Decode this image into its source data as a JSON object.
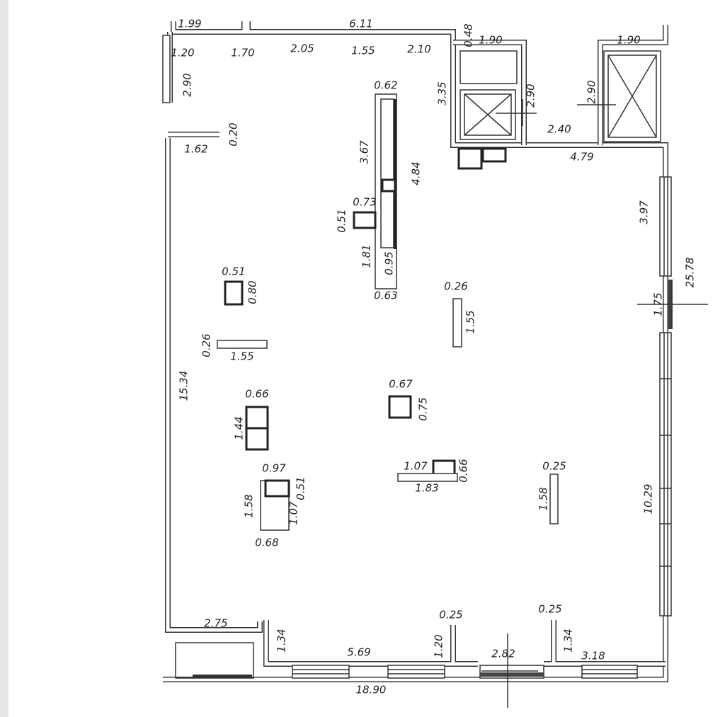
{
  "title": "Floor plan with dimensions",
  "labels": [
    "1.99",
    "6.11",
    "1.20",
    "1.70",
    "2.05",
    "1.55",
    "2.10",
    "0.48",
    "1.90",
    "1.90",
    "3.35",
    "2.90",
    "2.90",
    "2.40",
    "4.79",
    "2.90",
    "0.20",
    "1.62",
    "0.62",
    "3.67",
    "4.84",
    "0.73",
    "0.51",
    "1.81",
    "0.95",
    "0.63",
    "3.97",
    "25.78",
    "1.75",
    "0.51",
    "0.80",
    "0.26",
    "1.55",
    "0.26",
    "1.55",
    "15.34",
    "0.66",
    "1.44",
    "0.67",
    "0.75",
    "1.07",
    "0.66",
    "1.83",
    "0.97",
    "0.51",
    "1.58",
    "1.07",
    "0.68",
    "0.25",
    "1.58",
    "10.29",
    "2.75",
    "1.34",
    "5.69",
    "1.20",
    "0.25",
    "2.82",
    "0.25",
    "1.34",
    "3.18",
    "18.90"
  ]
}
